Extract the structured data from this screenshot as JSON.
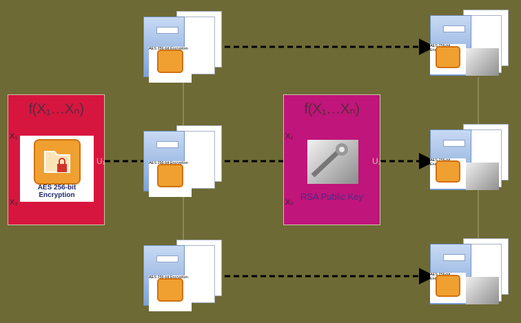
{
  "aes_box": {
    "formula": "f(X₁…Xₙ)",
    "var_top": "X₁",
    "var_bottom": "X₂",
    "output_label": "U₁",
    "tile_caption": "AES 256-bit Encryption",
    "color": "#d7163f",
    "icon": "folder-lock-icon"
  },
  "rsa_box": {
    "formula": "f(X₁…Xₙ)",
    "var_top": "X₁",
    "var_bottom": "X₂",
    "output_label": "U₂",
    "caption": "RSA Public Key",
    "color": "#c0157a",
    "icon": "binary-key-icon"
  },
  "middle_documents": [
    {
      "caption": "AES 256-bit Encryption"
    },
    {
      "caption": "AES 256-bit Encryption"
    },
    {
      "caption": "AES 256-bit Encryption"
    }
  ],
  "output_documents": [
    {
      "caption": "AES 256-bit Encryption"
    },
    {
      "caption": "AES 256-bit Encryption"
    },
    {
      "caption": "AES 256-bit Encryption"
    }
  ],
  "colors": {
    "background": "#6e6a35",
    "arrow": "#000000",
    "connector": "#a9a77c"
  }
}
